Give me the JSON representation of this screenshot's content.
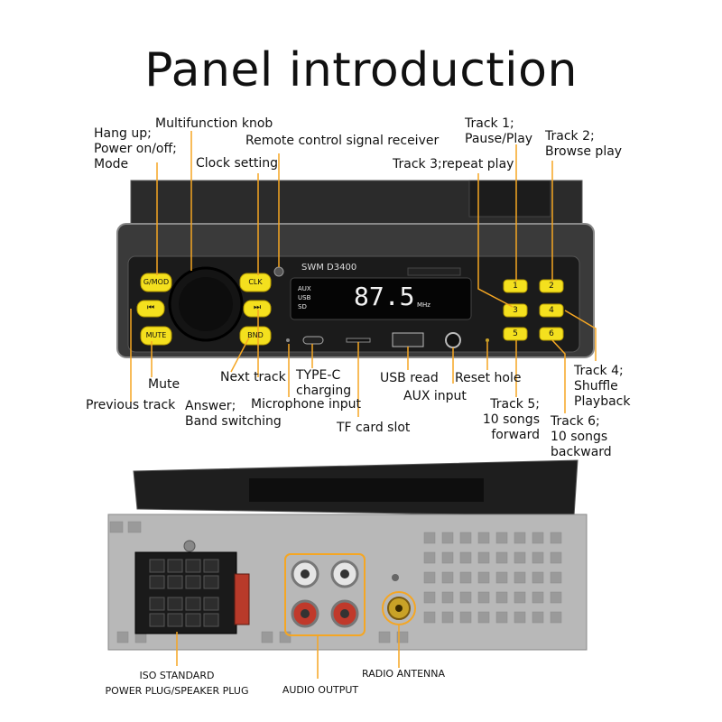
{
  "title": "Panel introduction",
  "front_panel": {
    "model": "SWM  D3400",
    "display": {
      "source_lines": [
        "AUX",
        "USB",
        "SD"
      ],
      "frequency": "87.5",
      "unit": "MHz"
    },
    "buttons": {
      "gmod": "G/MOD",
      "clk": "CLK",
      "prev": "⏮",
      "next": "⏭",
      "mute": "MUTE",
      "bnd": "BND",
      "track_keys": [
        "1",
        "2",
        "3",
        "4",
        "5",
        "6"
      ]
    },
    "labels": {
      "hangup": "Hang up;\nPower on/off;\nMode",
      "knob": "Multifunction knob",
      "remote": "Remote control signal receiver",
      "clock": "Clock setting",
      "track1": "Track 1;\nPause/Play",
      "track2": "Track 2;\nBrowse play",
      "track3": "Track 3;repeat play",
      "mute": "Mute",
      "previous": "Previous track",
      "next": "Next track",
      "answer": "Answer;\nBand switching",
      "typec": "TYPE-C\ncharging",
      "mic": "Microphone input",
      "tf": "TF card slot",
      "usb": "USB read",
      "aux": "AUX input",
      "reset": "Reset hole",
      "track5": "Track 5;\n10 songs forward",
      "track4": "Track 4;\nShuffle\nPlayback",
      "track6": "Track 6;\n10 songs\nbackward"
    }
  },
  "rear_panel": {
    "labels": {
      "iso": "ISO STANDARD\nPOWER PLUG/SPEAKER PLUG",
      "audio": "AUDIO OUTPUT",
      "antenna": "RADIO ANTENNA"
    }
  },
  "colors": {
    "accent": "#f5a623",
    "button_yellow": "#f4e01e",
    "panel_dark": "#2a2a2a",
    "rca_red": "#c0392b",
    "antenna_gold": "#c9a227"
  }
}
